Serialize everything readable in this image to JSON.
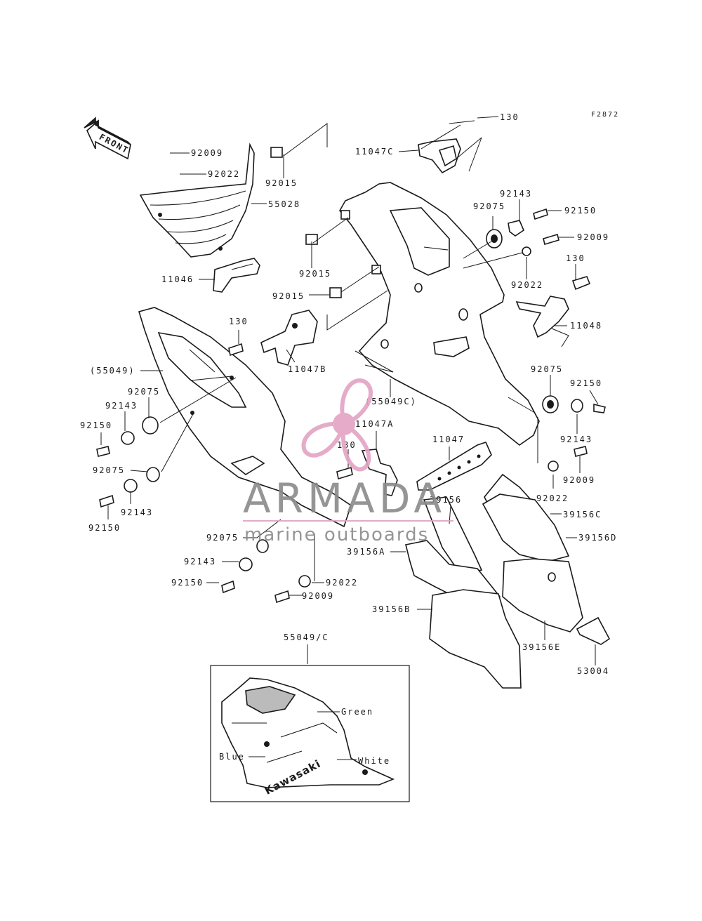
{
  "figure_code": "F2872",
  "direction_label": "FRONT",
  "callouts": {
    "c130_top": "130",
    "c11047C": "11047C",
    "c92009_tl": "92009",
    "c92022_tl": "92022",
    "c92015_t": "92015",
    "c55028": "55028",
    "c11046": "11046",
    "c92015_m1": "92015",
    "c92015_m2": "92015",
    "c92143_tr": "92143",
    "c92075_tr": "92075",
    "c92150_tr": "92150",
    "c92009_tr": "92009",
    "c92022_tr": "92022",
    "c130_r": "130",
    "c11048": "11048",
    "c130_l": "130",
    "c11047B": "11047B",
    "c55049": "(55049)",
    "c92075_l": "92075",
    "c92143_l": "92143",
    "c92150_l": "92150",
    "c92075_l2": "92075",
    "c92143_l2": "92143",
    "c92150_l2": "92150",
    "c55049C": "(55049C)",
    "c92075_r2": "92075",
    "c92150_r2": "92150",
    "c92143_r2": "92143",
    "c92009_r2": "92009",
    "c92022_r2": "92022",
    "c11047A": "11047A",
    "c130_c": "130",
    "c11047": "11047",
    "c39156": "39156",
    "c39156C": "39156C",
    "c39156D": "39156D",
    "c39156A": "39156A",
    "c92075_b": "92075",
    "c92143_b": "92143",
    "c92150_b": "92150",
    "c92022_b": "92022",
    "c92009_b": "92009",
    "c39156B": "39156B",
    "c39156E": "39156E",
    "c53004": "53004",
    "c55049C_box": "55049/C"
  },
  "inset": {
    "color_green": "Green",
    "color_blue": "Blue",
    "color_white": "White",
    "decal_brand": "Kawasaki"
  },
  "watermark": {
    "brand": "ARMADA",
    "tagline": "marine outboards",
    "accent": "#e3a3c4"
  }
}
